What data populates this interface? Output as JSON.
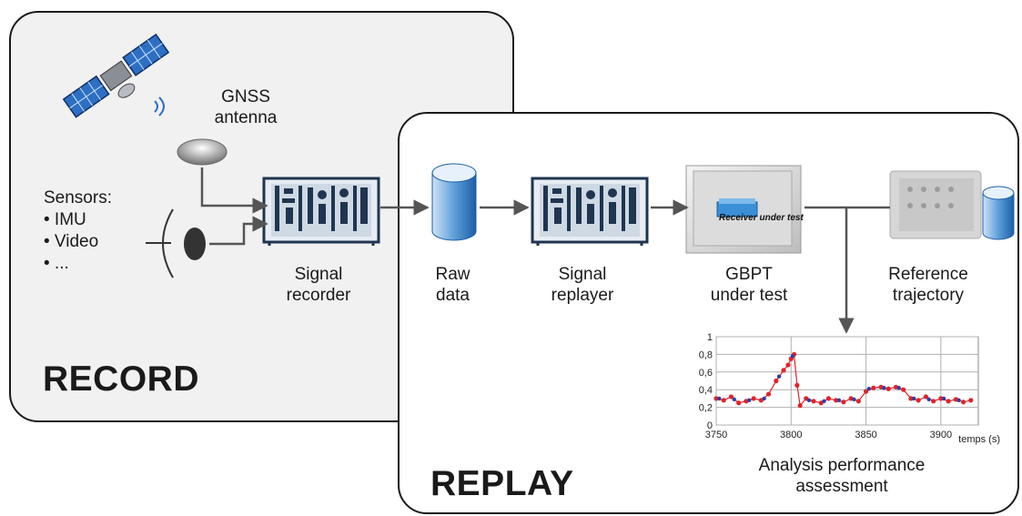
{
  "record": {
    "title": "RECORD",
    "antenna_label": [
      "GNSS",
      "antenna"
    ],
    "sensors_title": "Sensors:",
    "sensors_items": [
      "• IMU",
      "• Video",
      "• ..."
    ],
    "recorder_label": [
      "Signal",
      "recorder"
    ]
  },
  "replay": {
    "title": "REPLAY",
    "raw_label": [
      "Raw",
      "data"
    ],
    "replayer_label": [
      "Signal",
      "replayer"
    ],
    "gbpt_label": [
      "GBPT",
      "under test"
    ],
    "receiver_text": "Receiver under test",
    "reference_label": [
      "Reference",
      "trajectory"
    ],
    "analysis_label": [
      "Analysis performance",
      "assessment"
    ]
  },
  "chart_data": {
    "type": "scatter",
    "xlabel": "temps (s)",
    "ylabel": "",
    "xlim": [
      3750,
      3925
    ],
    "ylim": [
      0,
      1
    ],
    "x_ticks": [
      3750,
      3800,
      3850,
      3900
    ],
    "y_ticks": [
      "0",
      "0,2",
      "0,4",
      "0,6",
      "0,8",
      "1"
    ],
    "grid": true,
    "series": [
      {
        "color": "#e0242b",
        "x": [
          3750,
          3755,
          3760,
          3765,
          3770,
          3775,
          3780,
          3785,
          3790,
          3795,
          3798,
          3800,
          3802,
          3804,
          3806,
          3810,
          3815,
          3820,
          3825,
          3830,
          3835,
          3840,
          3845,
          3850,
          3855,
          3860,
          3865,
          3870,
          3875,
          3880,
          3885,
          3890,
          3895,
          3900,
          3905,
          3910,
          3915,
          3920
        ],
        "y": [
          0.3,
          0.28,
          0.32,
          0.25,
          0.27,
          0.3,
          0.28,
          0.35,
          0.5,
          0.62,
          0.68,
          0.75,
          0.8,
          0.45,
          0.22,
          0.3,
          0.27,
          0.25,
          0.3,
          0.28,
          0.26,
          0.3,
          0.27,
          0.38,
          0.42,
          0.43,
          0.41,
          0.43,
          0.4,
          0.3,
          0.28,
          0.32,
          0.27,
          0.3,
          0.27,
          0.29,
          0.26,
          0.28
        ]
      },
      {
        "color": "#2b3fa8",
        "x": [
          3752,
          3762,
          3772,
          3782,
          3792,
          3801,
          3812,
          3822,
          3832,
          3842,
          3852,
          3862,
          3872,
          3882,
          3892,
          3902,
          3912
        ],
        "y": [
          0.3,
          0.29,
          0.28,
          0.3,
          0.55,
          0.78,
          0.28,
          0.27,
          0.28,
          0.29,
          0.41,
          0.42,
          0.42,
          0.3,
          0.29,
          0.3,
          0.28
        ]
      }
    ]
  },
  "colors": {
    "arrow": "#555555",
    "chart_red": "#e0242b",
    "chart_blue": "#2b3fa8"
  }
}
